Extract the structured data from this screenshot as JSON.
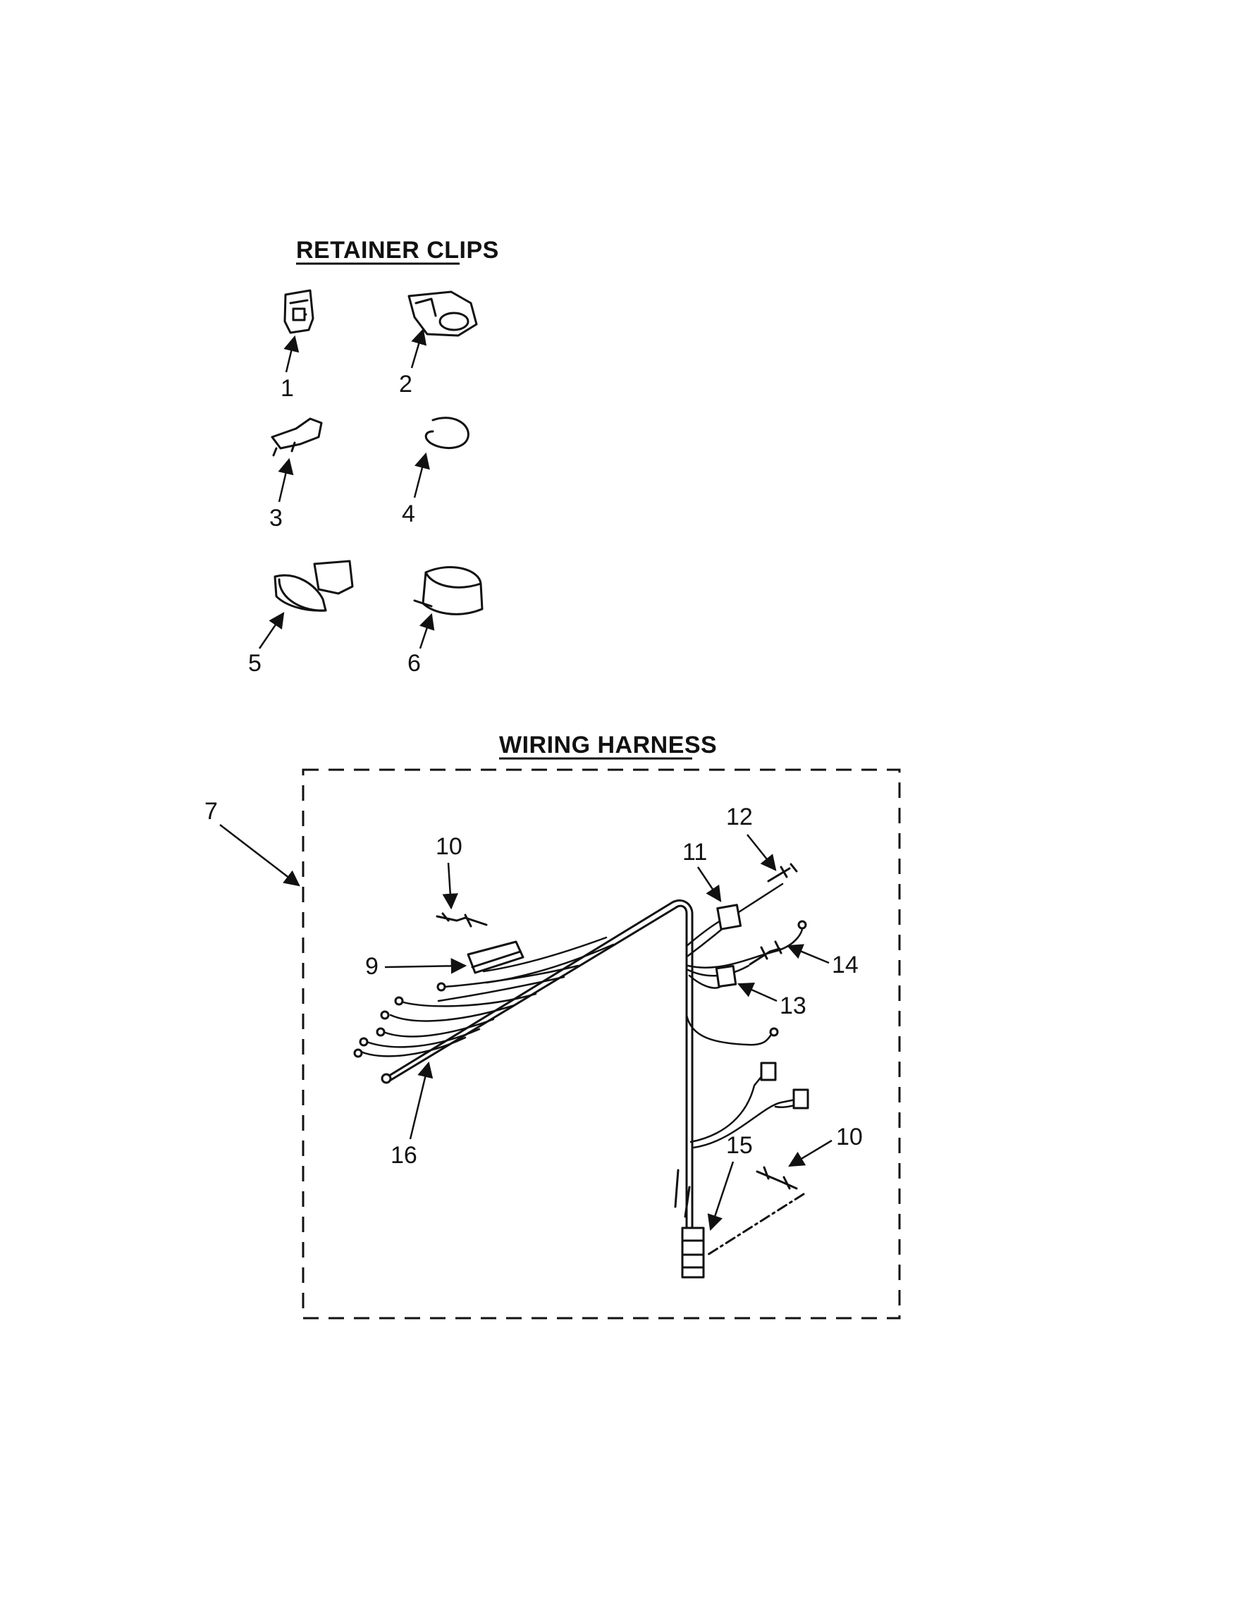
{
  "sections": {
    "retainer_clips_title": "RETAINER CLIPS",
    "wiring_harness_title": "WIRING HARNESS"
  },
  "callouts": {
    "c1": "1",
    "c2": "2",
    "c3": "3",
    "c4": "4",
    "c5": "5",
    "c6": "6",
    "c7": "7",
    "c9": "9",
    "c10a": "10",
    "c10b": "10",
    "c11": "11",
    "c12": "12",
    "c13": "13",
    "c14": "14",
    "c15": "15",
    "c16": "16"
  }
}
